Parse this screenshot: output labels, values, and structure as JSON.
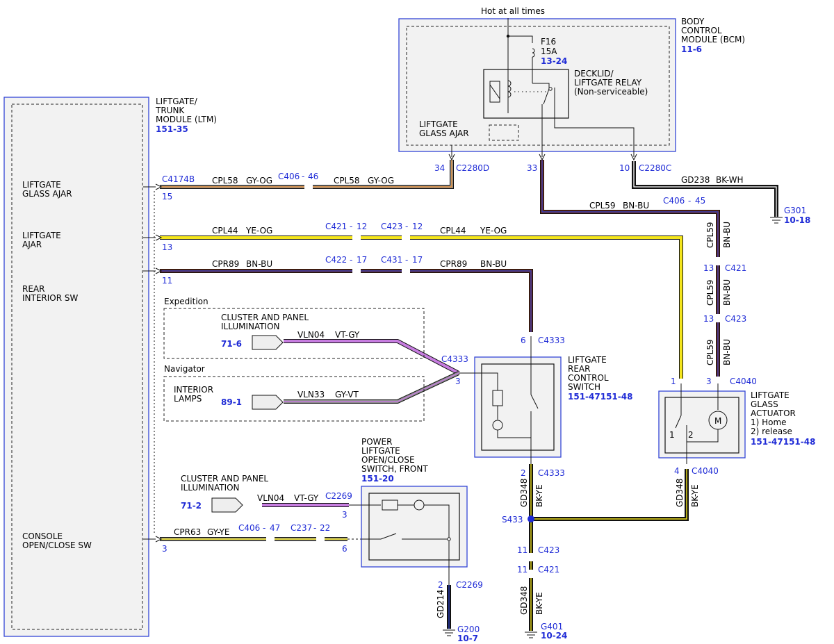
{
  "title_top": "Hot at all times",
  "bcm": {
    "name": [
      "BODY",
      "CONTROL",
      "MODULE (BCM)"
    ],
    "ref": "11-6"
  },
  "fuse": {
    "id": "F16",
    "rating": "15A",
    "ref": "13-24"
  },
  "relay": {
    "name": [
      "DECKLID/",
      "LIFTGATE RELAY",
      "(Non-serviceable)"
    ]
  },
  "glass_ajar_bcm": [
    "LIFTGATE",
    "GLASS AJAR"
  ],
  "ltm": {
    "name": [
      "LIFTGATE/",
      "TRUNK",
      "MODULE (LTM)"
    ],
    "ref": "151-35"
  },
  "ltm_inputs": {
    "glass_ajar": [
      "LIFTGATE",
      "GLASS AJAR"
    ],
    "ajar": [
      "LIFTGATE",
      "AJAR"
    ],
    "rear_sw": [
      "REAR",
      "INTERIOR SW"
    ],
    "console": [
      "CONSOLE",
      "OPEN/CLOSE SW"
    ]
  },
  "connectors": {
    "c4174b": "C4174B",
    "c406": "C406",
    "c2280d": "C2280D",
    "c2280c": "C2280C",
    "c421": "C421",
    "c423": "C423",
    "c422": "C422",
    "c431": "C431",
    "c4333": "C4333",
    "c4040": "C4040",
    "c2269": "C2269",
    "c237": "C237",
    "s433": "S433",
    "g301": "G301",
    "g200": "G200",
    "g401": "G401"
  },
  "pins": {
    "p15": "15",
    "p46": "46",
    "p34": "34",
    "p33": "33",
    "p10": "10",
    "p45": "45",
    "p13": "13",
    "p12": "12",
    "p11": "11",
    "p17": "17",
    "p6": "6",
    "p3": "3",
    "p1": "1",
    "p2": "2",
    "p4": "4",
    "p47": "47",
    "p22": "22"
  },
  "sep": "-",
  "refs": {
    "g301": "10-18",
    "g200": "10-7",
    "g401": "10-24",
    "clu1": "71-6",
    "int": "89-1",
    "clu2": "71-2",
    "rcs": "151-47151-48",
    "act": "151-47151-48",
    "pls": "151-20"
  },
  "circuits": {
    "cpl58": "CPL58",
    "gyog": "GY-OG",
    "cpl59": "CPL59",
    "bnbu": "BN-BU",
    "gd238": "GD238",
    "bkwh": "BK-WH",
    "cpl44": "CPL44",
    "yeog": "YE-OG",
    "cpr89": "CPR89",
    "vln04": "VLN04",
    "vtgy": "VT-GY",
    "vln33": "VLN33",
    "gyvt": "GY-VT",
    "gd348": "GD348",
    "bkye": "BK-YE",
    "cpr63": "CPR63",
    "gyye": "GY-YE",
    "gd214": "GD214"
  },
  "variants": {
    "expedition": "Expedition",
    "navigator": "Navigator"
  },
  "cluster_label": [
    "CLUSTER AND PANEL",
    "ILLUMINATION"
  ],
  "interior_lamps": [
    "INTERIOR",
    "LAMPS"
  ],
  "rear_switch": [
    "LIFTGATE",
    "REAR",
    "CONTROL",
    "SWITCH"
  ],
  "actuator": [
    "LIFTGATE",
    "GLASS",
    "ACTUATOR",
    "1) Home",
    "2) release"
  ],
  "power_switch": [
    "POWER",
    "LIFTGATE",
    "OPEN/CLOSE",
    "SWITCH, FRONT"
  ],
  "motor": "M",
  "act_pin1": "1",
  "act_pin2": "2",
  "colors": {
    "gray": "#8c8c8c",
    "orange": "#e8923a",
    "yellow": "#f4e51c",
    "brown": "#7a2a12",
    "blue": "#2b3fc0",
    "black": "#111111",
    "violet": "#c77de0",
    "wireblue": "#1f2bd6"
  }
}
